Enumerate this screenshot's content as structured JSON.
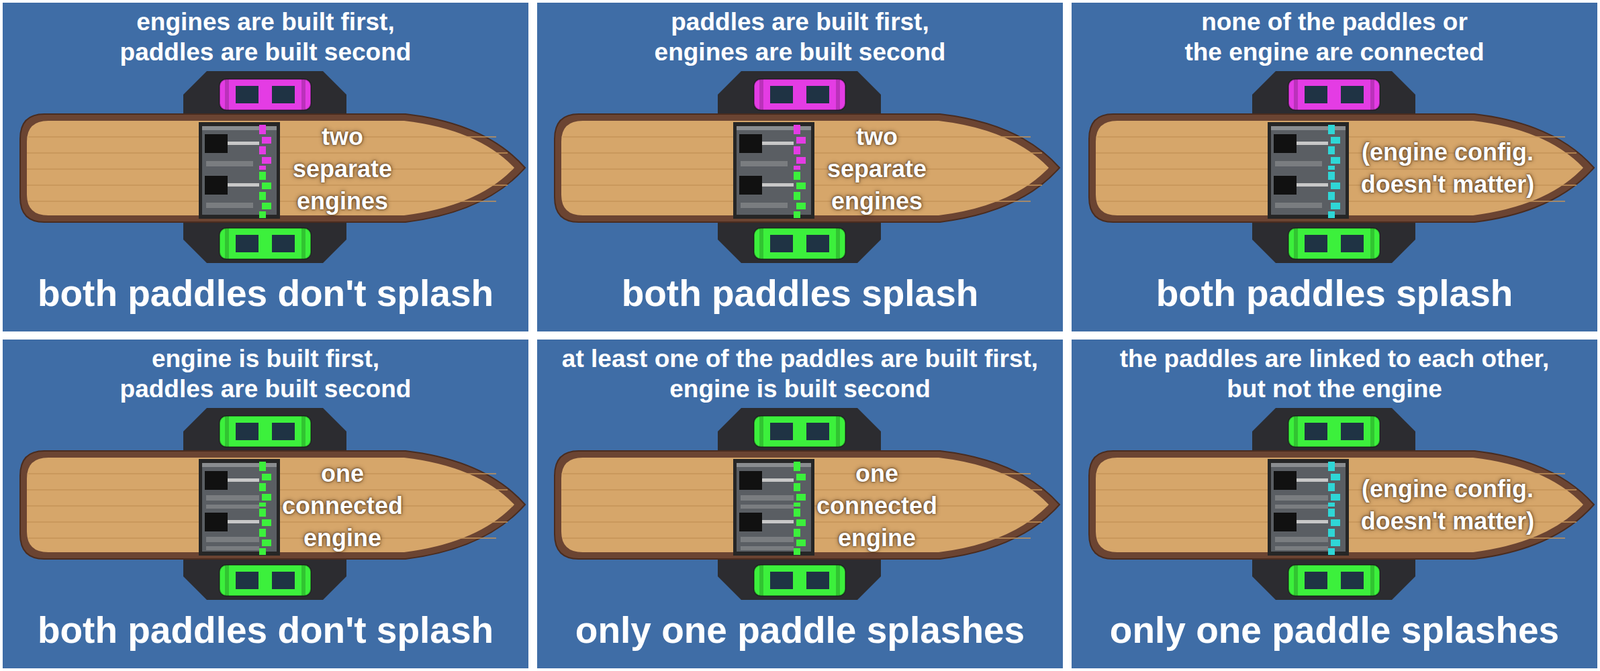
{
  "diagram": {
    "nodes": [
      {
        "text": [
          "engines are built first, paddles are built second",
          "two separate engines",
          "both paddles don't splash"
        ]
      },
      {
        "text": [
          "paddles are built first, engines are built second",
          "two separate engines",
          "both paddles splash"
        ]
      },
      {
        "text": [
          "none of the paddles or the engine are connected",
          "(engine config. doesn't matter)",
          "both paddles splash"
        ]
      },
      {
        "text": [
          "engine is built first, paddles are built second",
          "one connected engine",
          "both paddles don't splash"
        ]
      },
      {
        "text": [
          "at least one of the paddles are built first, engine is built second",
          "one connected engine",
          "only one paddle splashes"
        ]
      },
      {
        "text": [
          "the paddles are linked to each other, but not the engine",
          "(engine config. doesn't matter)",
          "only one paddle splashes"
        ]
      }
    ]
  }
}
